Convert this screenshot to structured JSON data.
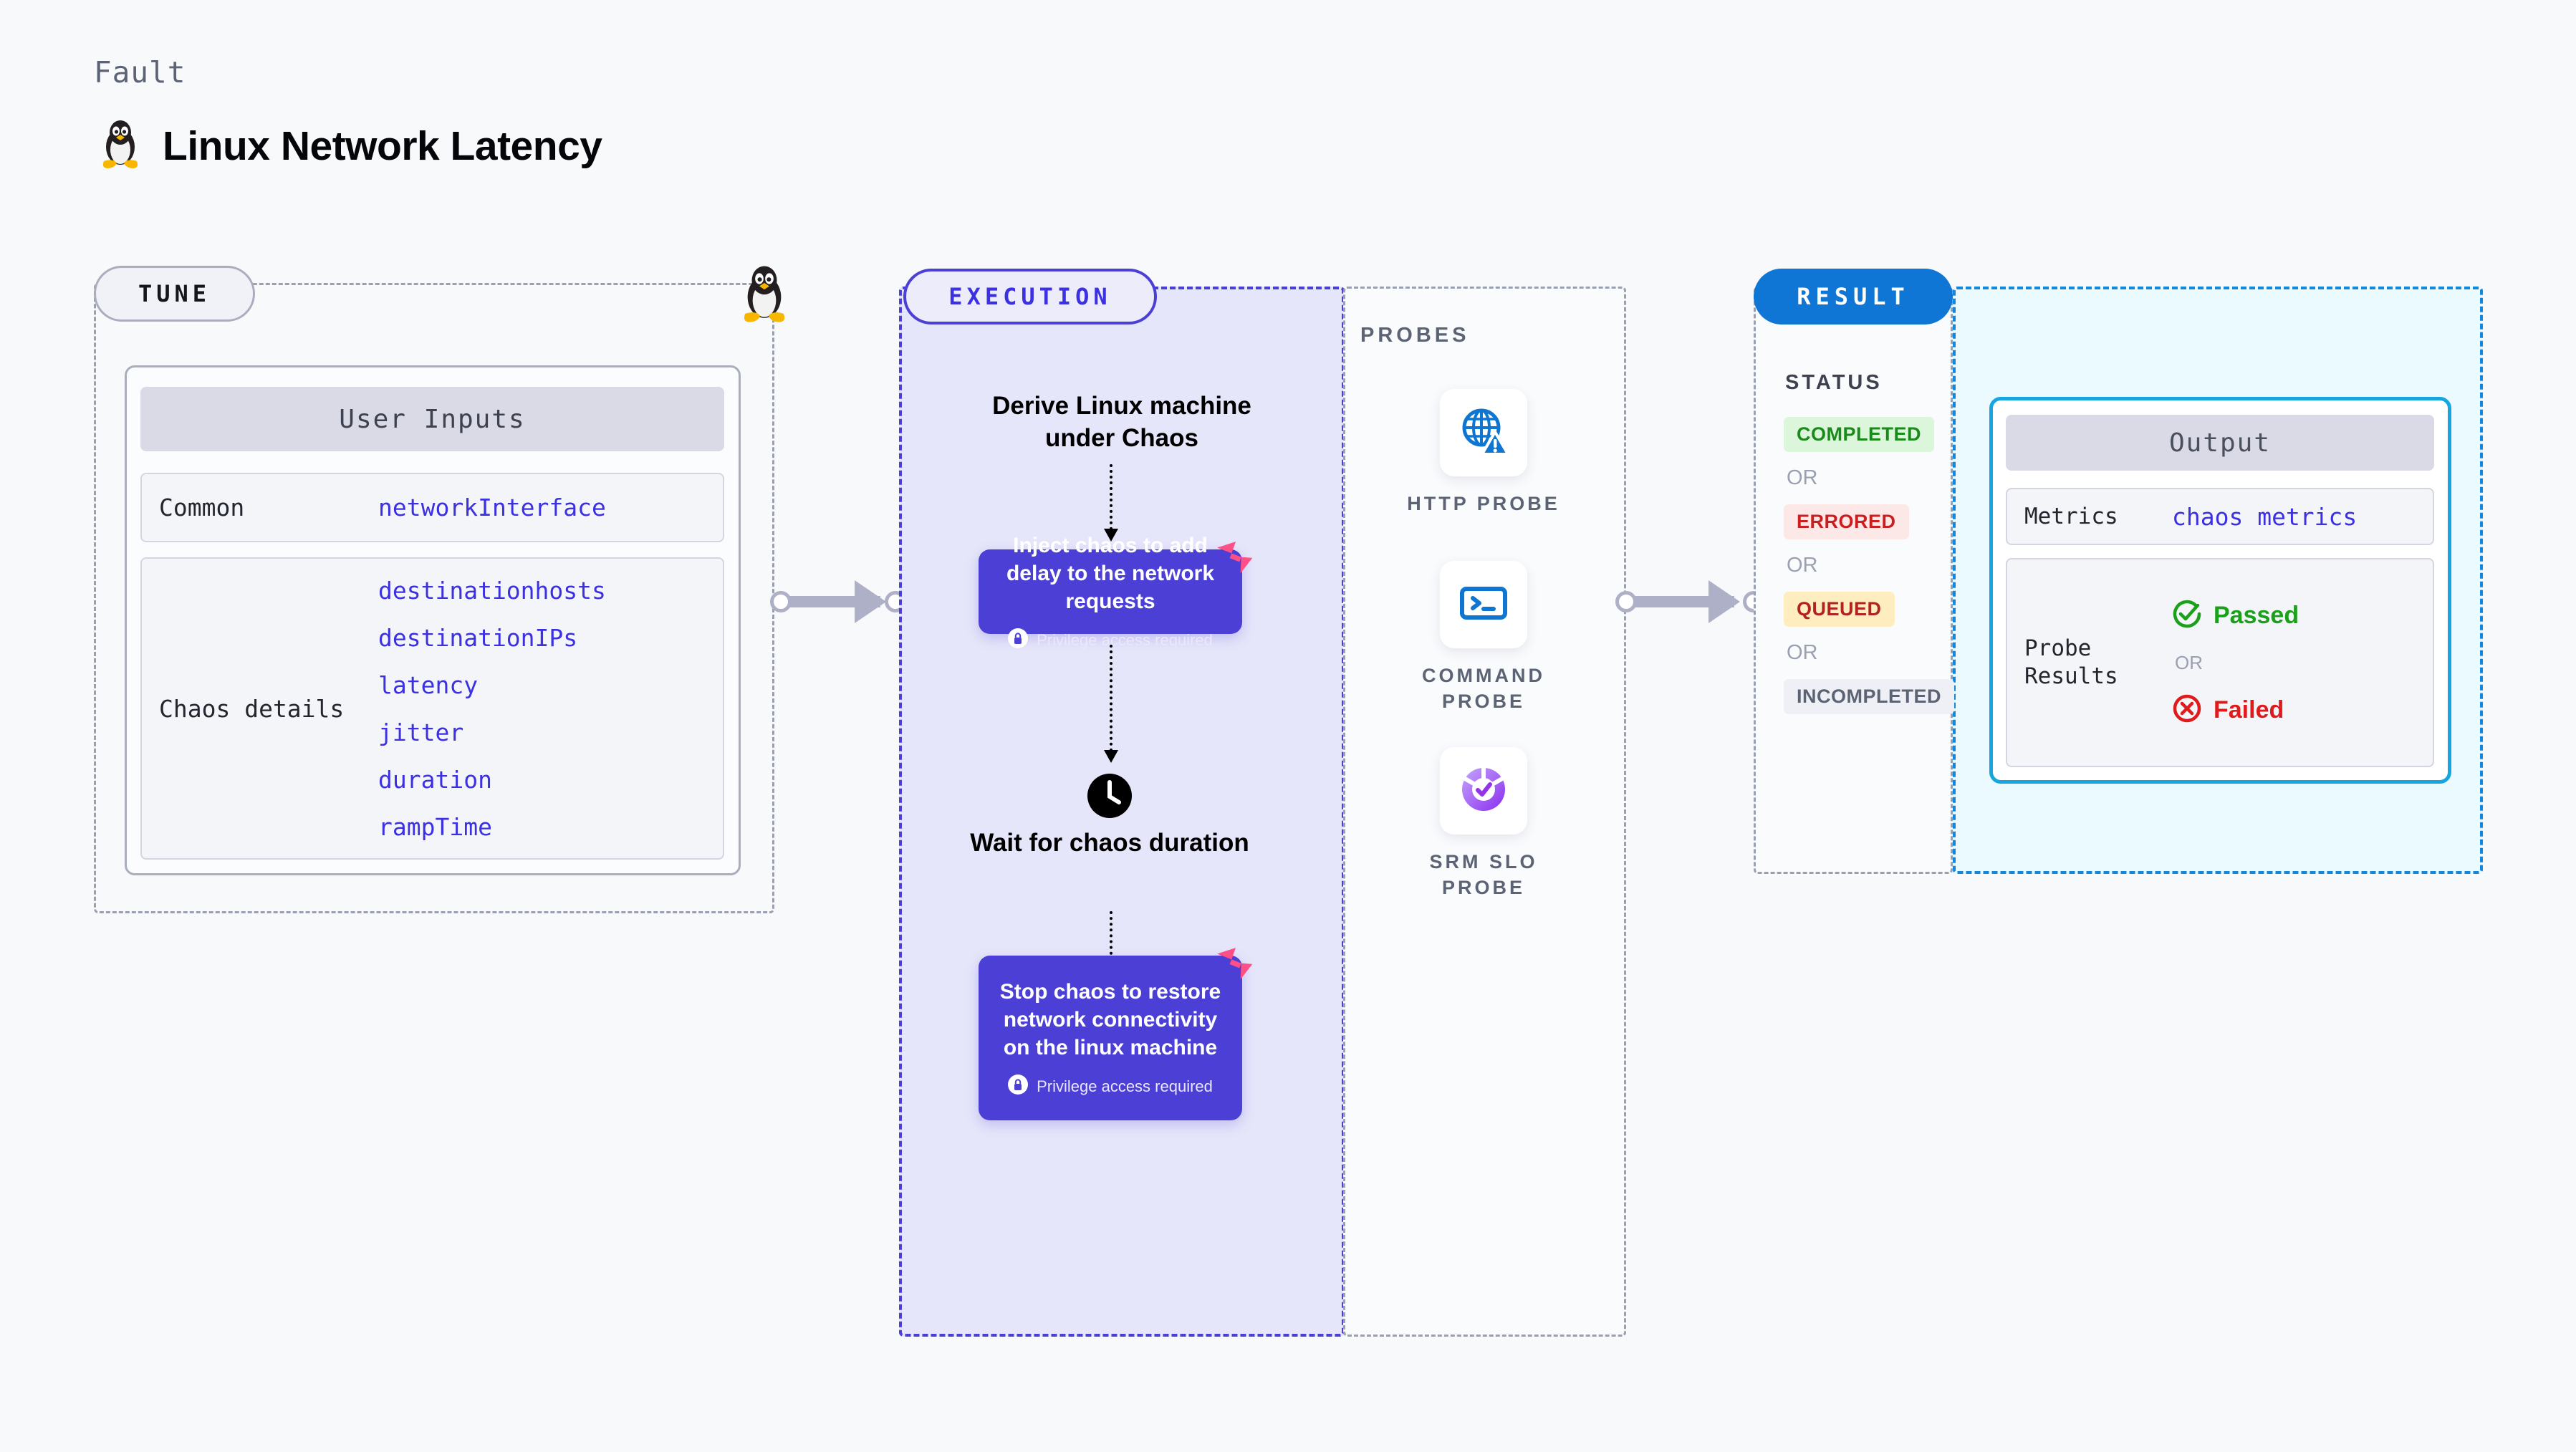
{
  "header": {
    "eyebrow": "Fault",
    "title": "Linux Network Latency",
    "icon": "linux-penguin-icon"
  },
  "tune": {
    "pill_label": "TUNE",
    "card_header": "User Inputs",
    "rows": [
      {
        "label": "Common",
        "values": [
          "networkInterface"
        ]
      },
      {
        "label": "Chaos details",
        "values": [
          "destinationhosts",
          "destinationIPs",
          "latency",
          "jitter",
          "duration",
          "rampTime"
        ]
      }
    ]
  },
  "execution": {
    "pill_label": "EXECUTION",
    "steps": [
      {
        "type": "label",
        "text": "Derive Linux machine under Chaos"
      },
      {
        "type": "card",
        "title": "Inject chaos to add delay to the network requests",
        "privilege": "Privilege access required"
      },
      {
        "type": "label",
        "text": "Wait for chaos duration",
        "icon": "clock-icon"
      },
      {
        "type": "card",
        "title": "Stop chaos to restore network connectivity on the linux machine",
        "privilege": "Privilege access required"
      }
    ]
  },
  "probes": {
    "title": "PROBES",
    "items": [
      {
        "label": "HTTP PROBE",
        "icon": "globe-warning-icon"
      },
      {
        "label": "COMMAND PROBE",
        "icon": "terminal-icon"
      },
      {
        "label": "SRM SLO PROBE",
        "icon": "slo-donut-check-icon"
      }
    ]
  },
  "result": {
    "pill_label": "RESULT",
    "status_title": "STATUS",
    "or_label": "OR",
    "statuses": [
      {
        "label": "COMPLETED",
        "bg": "#dcf6dc",
        "fg": "#1a8a1a"
      },
      {
        "label": "ERRORED",
        "bg": "#fde8e8",
        "fg": "#cb1f1f"
      },
      {
        "label": "QUEUED",
        "bg": "#fdedbf",
        "fg": "#b12222"
      },
      {
        "label": "INCOMPLETED",
        "bg": "#eef0f5",
        "fg": "#5c6374"
      }
    ],
    "output": {
      "header": "Output",
      "metrics_label": "Metrics",
      "metrics_value": "chaos metrics",
      "probe_results_label": "Probe Results",
      "passed_label": "Passed",
      "failed_label": "Failed",
      "or_label": "OR",
      "passed_color": "#1aa01a",
      "failed_color": "#e01b1b"
    }
  },
  "colors": {
    "accent_indigo": "#3c31e0",
    "card_indigo": "#4b3fd6",
    "result_blue": "#0f76d6",
    "output_border": "#15a5e0",
    "harness_pink": "#ff4f87"
  }
}
